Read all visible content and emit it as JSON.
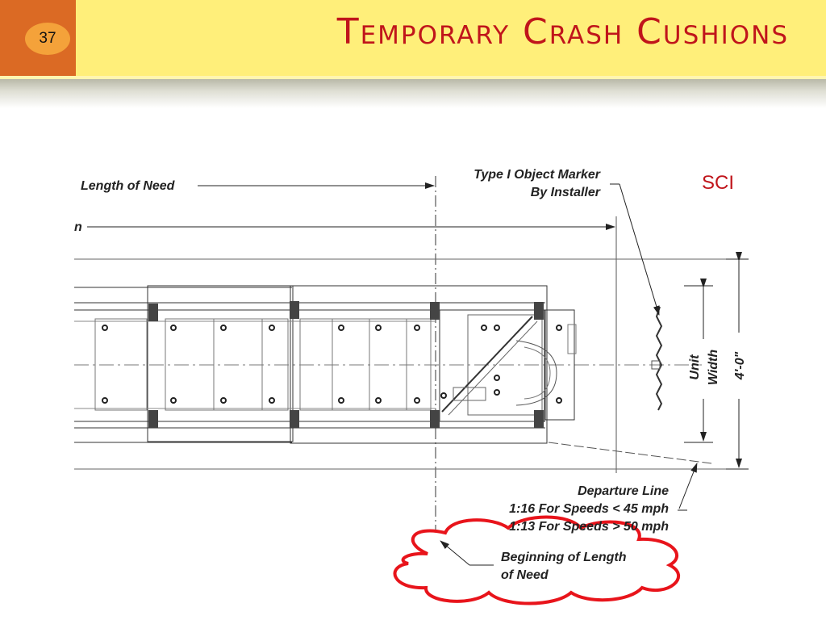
{
  "slide": {
    "number": "37",
    "title": "Temporary Crash Cushions"
  },
  "drawing": {
    "length_of_need": "Length of Need",
    "cut_label": "n",
    "marker_line1": "Type I Object Marker",
    "marker_line2": "By Installer",
    "sci": "SCI",
    "unit_width_line1": "Unit",
    "unit_width_line2": "Width",
    "dimension": "4'-0\"",
    "departure_line1": "Departure Line",
    "departure_line2": "1:16 For Speeds < 45 mph",
    "departure_line3": "1:13 For Speeds > 50 mph",
    "callout_line1": "Beginning of Length",
    "callout_line2": "of Need"
  },
  "colors": {
    "header_bg": "#ffef7a",
    "number_box": "#db6a24",
    "number_circle": "#f4a23a",
    "title": "#c0151b",
    "cloud": "#e8141b"
  }
}
